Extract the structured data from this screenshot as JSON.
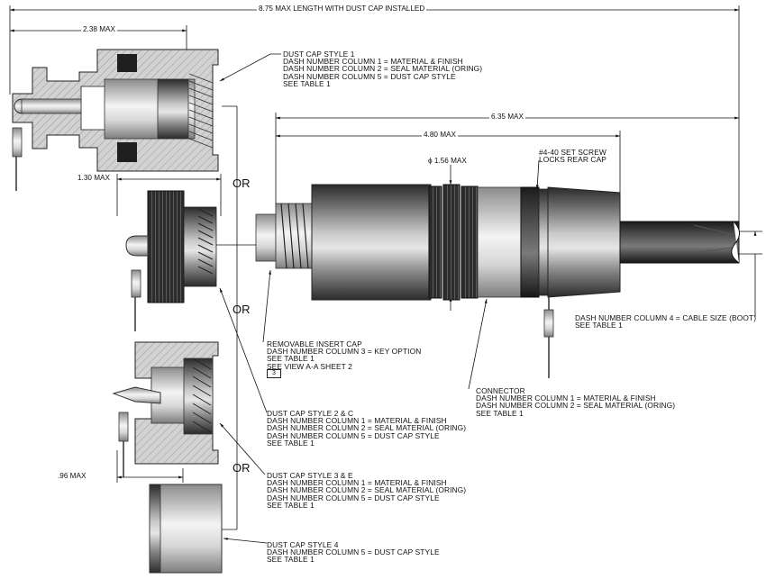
{
  "dimensions": {
    "overall_length": "8.75 MAX LENGTH WITH DUST CAP INSTALLED",
    "dust_cap_length": "2.38 MAX",
    "style_2c_length": "1.30 MAX",
    "style_4_length": ".96 MAX",
    "connector_total": "6.35 MAX",
    "connector_body": "4.80 MAX",
    "diameter": "ϕ 1.56 MAX"
  },
  "or_labels": [
    "OR",
    "OR",
    "OR"
  ],
  "callouts": {
    "dust_cap_1": [
      "DUST CAP STYLE 1",
      "DASH NUMBER COLUMN 1 = MATERIAL & FINISH",
      "DASH NUMBER COLUMN 2 = SEAL MATERIAL (ORING)",
      "DASH NUMBER COLUMN 5 = DUST CAP STYLE",
      "SEE TABLE 1"
    ],
    "set_screw": [
      "#4-40 SET SCREW",
      "LOCKS REAR CAP"
    ],
    "cable": [
      "DASH NUMBER COLUMN 4 = CABLE SIZE (BOOT)",
      "SEE TABLE 1"
    ],
    "insert_cap": [
      "REMOVABLE INSERT CAP",
      "DASH NUMBER COLUMN 3 = KEY OPTION",
      "SEE TABLE 1",
      "SEE VIEW A-A SHEET 2"
    ],
    "note_ref": "3",
    "connector": [
      "CONNECTOR",
      "DASH NUMBER COLUMN 1 = MATERIAL & FINISH",
      "DASH NUMBER COLUMN 2 = SEAL MATERIAL (ORING)",
      "SEE TABLE 1"
    ],
    "dust_cap_2c": [
      "DUST CAP STYLE 2 & C",
      "DASH NUMBER COLUMN 1 = MATERIAL & FINISH",
      "DASH NUMBER COLUMN 2 = SEAL MATERIAL (ORING)",
      "DASH NUMBER COLUMN 5 = DUST CAP STYLE",
      "SEE TABLE 1"
    ],
    "dust_cap_3e": [
      "DUST CAP STYLE 3 & E",
      "DASH NUMBER COLUMN 1 = MATERIAL & FINISH",
      "DASH NUMBER COLUMN 2 = SEAL MATERIAL (ORING)",
      "DASH NUMBER COLUMN 5 = DUST CAP STYLE",
      "SEE TABLE 1"
    ],
    "dust_cap_4": [
      "DUST CAP STYLE 4",
      "DASH NUMBER COLUMN 5 = DUST CAP STYLE",
      "SEE TABLE 1"
    ]
  }
}
